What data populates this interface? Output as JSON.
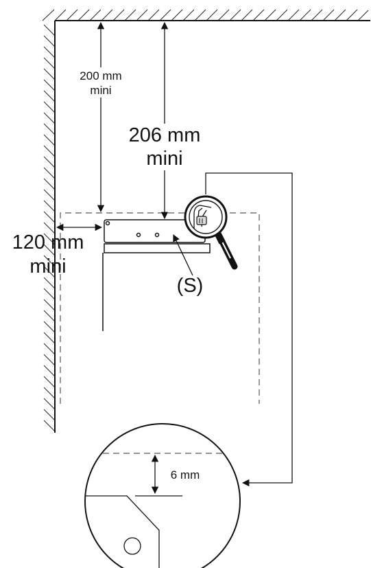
{
  "labels": {
    "top_small_value": "200 mm",
    "top_small_unit": "mini",
    "top_large_value": "206 mm",
    "top_large_unit": "mini",
    "side_value": "120 mm",
    "side_unit": "mini",
    "bracket_ref": "(S)",
    "detail_value": "6 mm"
  },
  "colors": {
    "line": "#111111",
    "hatch": "#222222",
    "dashed": "#555555",
    "background": "#ffffff"
  },
  "icons": [
    "magnifier-icon"
  ]
}
